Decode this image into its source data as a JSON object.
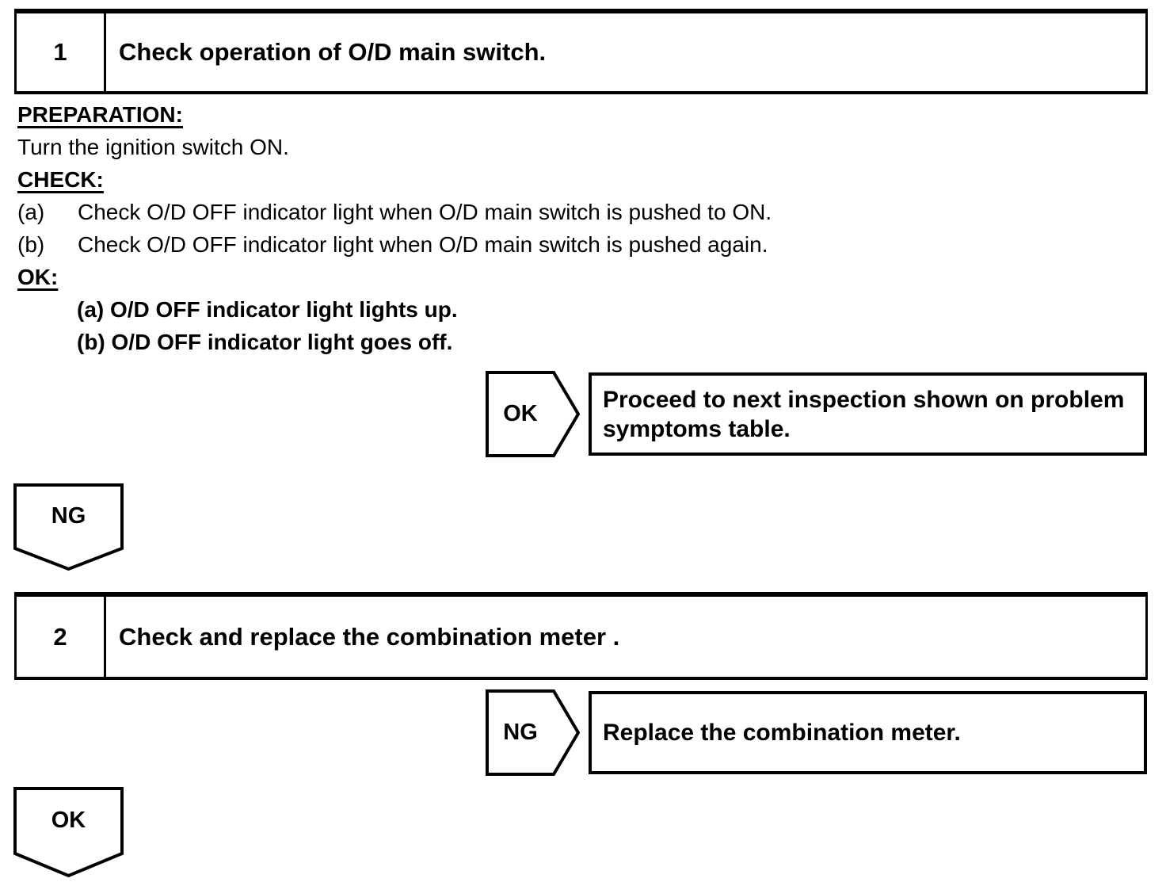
{
  "step1": {
    "number": "1",
    "title": "Check operation of O/D main switch.",
    "preparation_heading": "PREPARATION:",
    "preparation_text": "Turn the ignition switch ON.",
    "check_heading": "CHECK:",
    "check_items": [
      {
        "label": "(a)",
        "text": "Check O/D OFF indicator light when O/D main switch is pushed to ON."
      },
      {
        "label": "(b)",
        "text": "Check O/D OFF indicator light when O/D main switch is pushed again."
      }
    ],
    "ok_heading": "OK:",
    "ok_items": [
      "(a) O/D OFF indicator light lights up.",
      "(b) O/D OFF indicator light goes off."
    ],
    "ok_branch": {
      "label": "OK",
      "result_line1": "Proceed to next inspection shown on problem",
      "result_line2": "symptoms table."
    },
    "ng_connector": {
      "label": "NG"
    }
  },
  "step2": {
    "number": "2",
    "title": "Check and replace the combination meter .",
    "ng_branch": {
      "label": "NG",
      "result": "Replace the combination meter."
    },
    "ok_connector": {
      "label": "OK"
    }
  }
}
